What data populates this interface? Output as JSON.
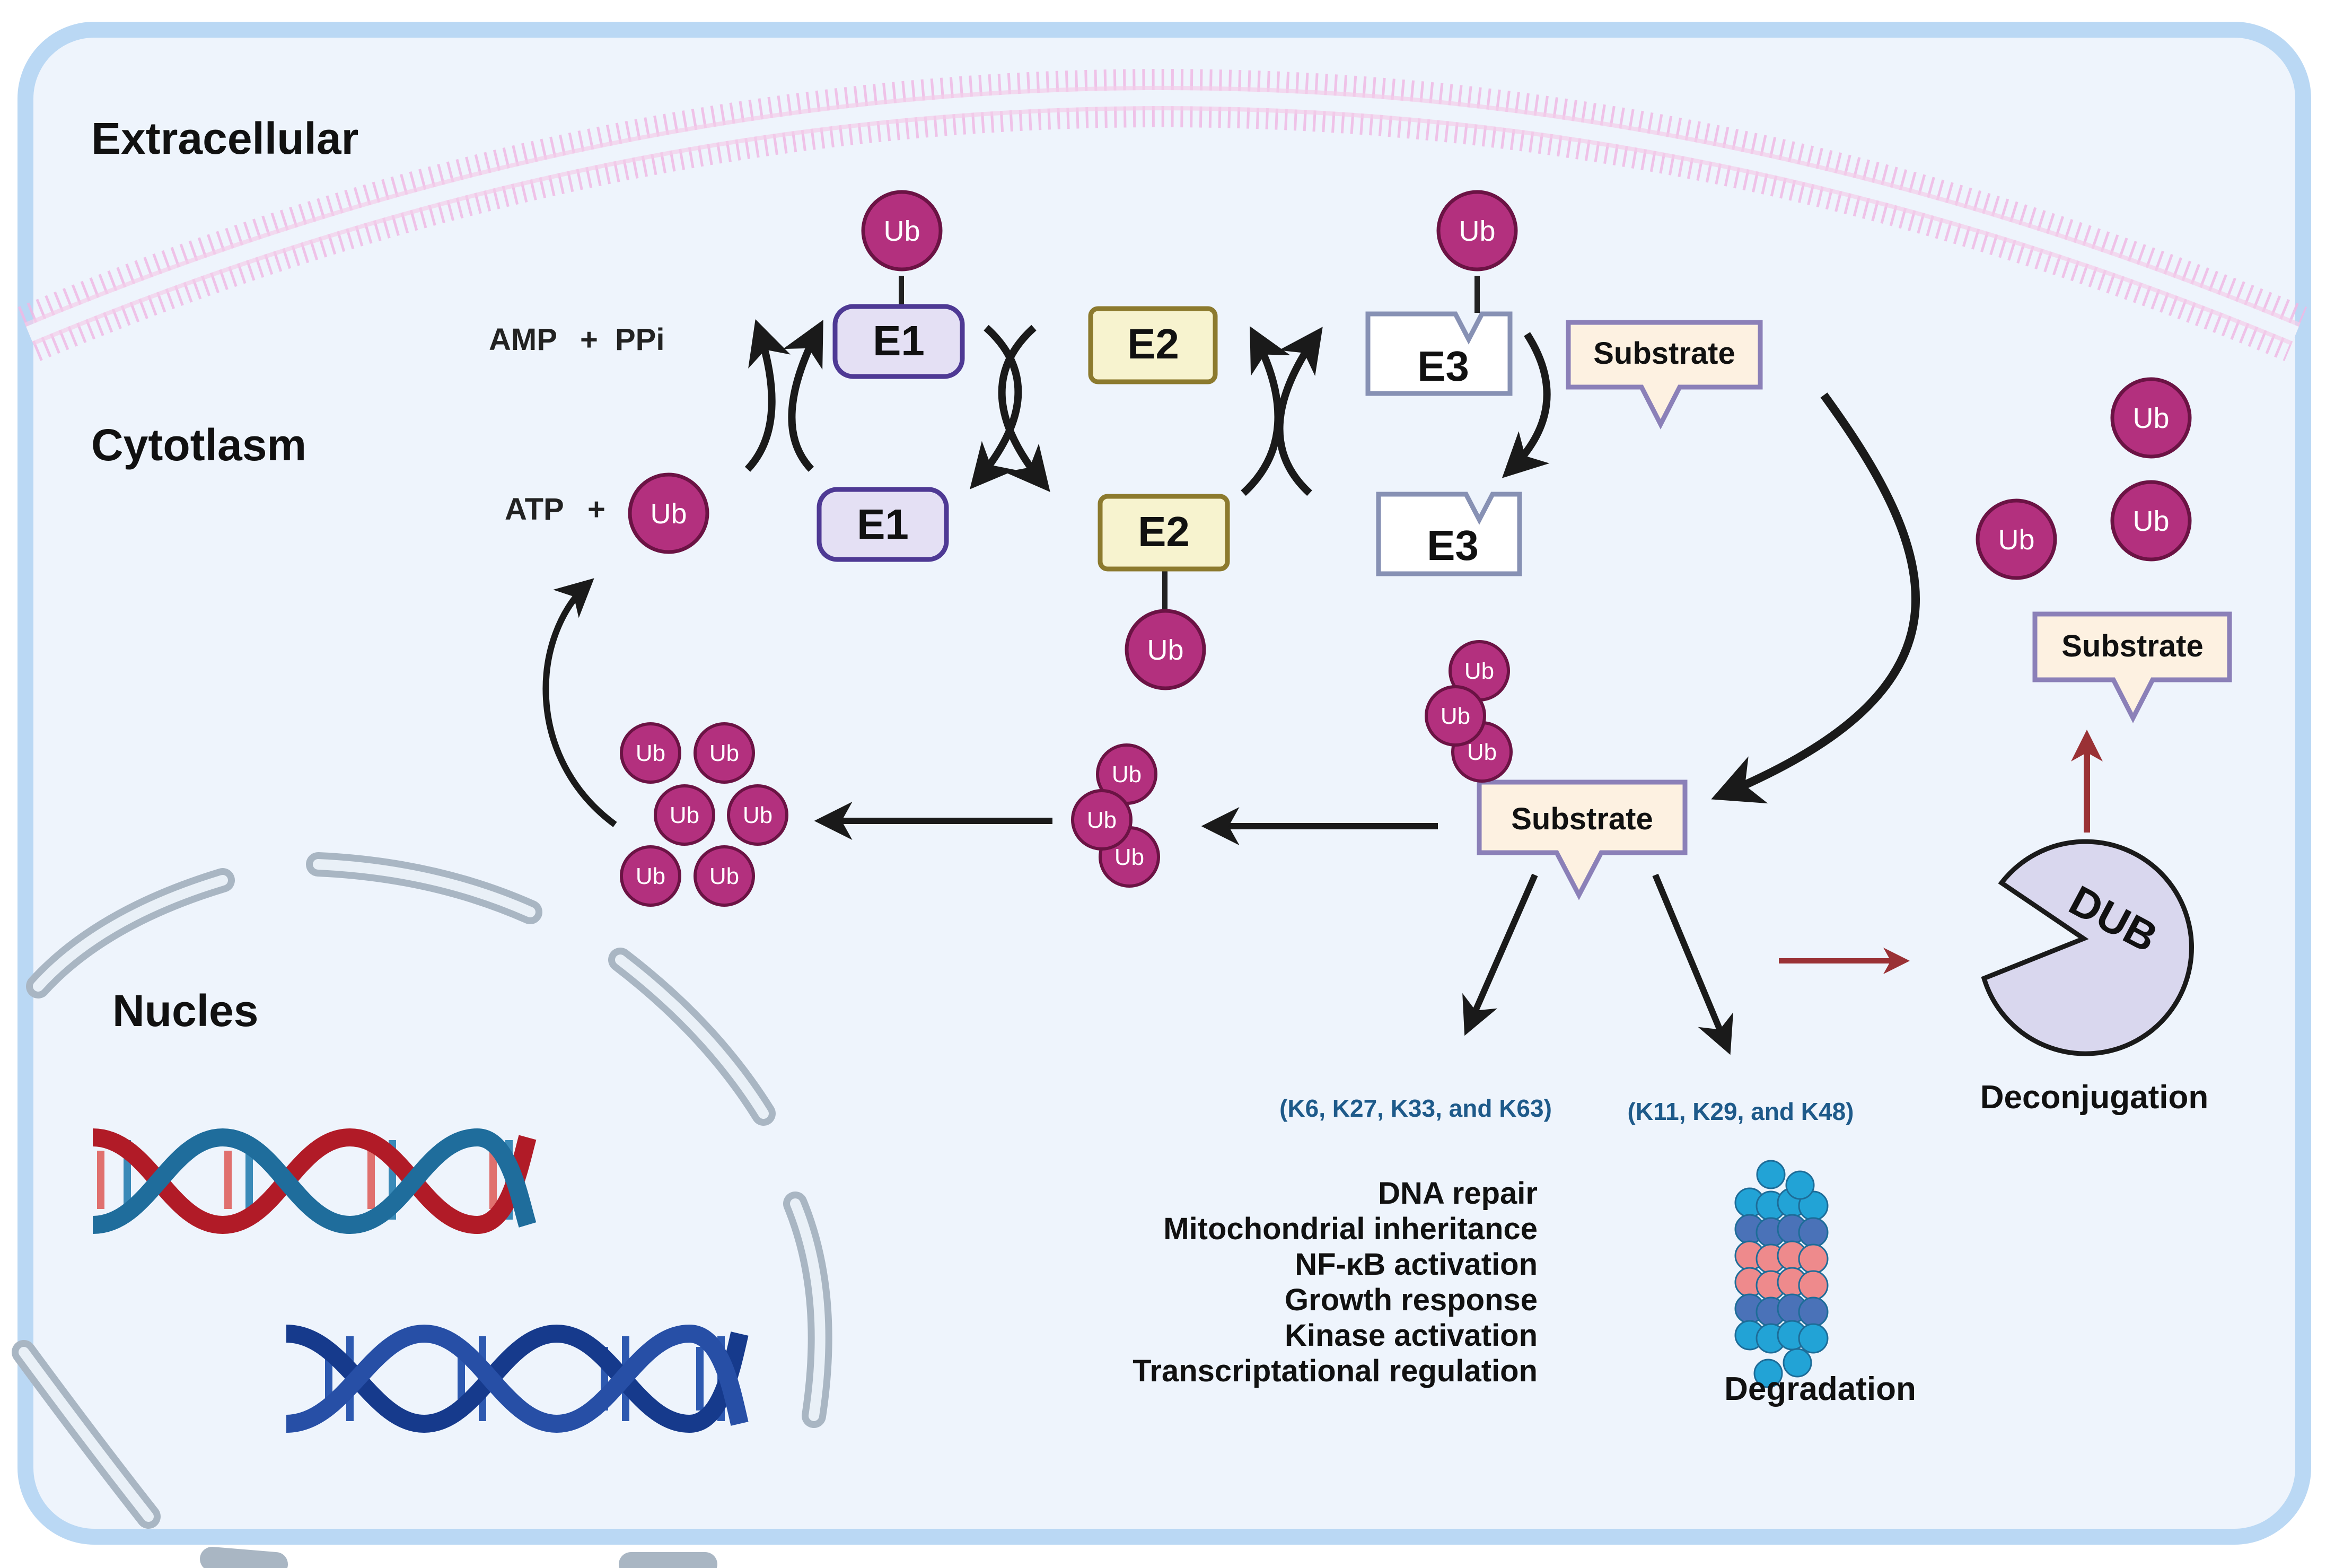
{
  "regions": {
    "extracellular": "Extracellular",
    "cytoplasm": "Cytotlasm",
    "nucleus": "Nucles"
  },
  "reagents": {
    "amp": "AMP",
    "plus_top": "+",
    "ppi": "PPi",
    "atp": "ATP",
    "plus_bottom": "+"
  },
  "enzymes": {
    "e1": "E1",
    "e2": "E2",
    "e3": "E3"
  },
  "ubiquitin": "Ub",
  "substrate": "Substrate",
  "dub": "DUB",
  "linkages": {
    "nondegradative": "(K6, K27, K33, and K63)",
    "degradative": "(K11, K29, and K48)"
  },
  "functions": [
    "DNA repair",
    "Mitochondrial inheritance",
    "NF-κB activation",
    "Growth response",
    "Kinase activation",
    "Transcriptational regulation"
  ],
  "captions": {
    "degradation": "Degradation",
    "deconjugation": "Deconjugation"
  },
  "colors": {
    "background": "#eef4fc",
    "border": "#bad8f4",
    "membrane": "#efb8e4",
    "ubiquitin": "#b3307e",
    "ubiquitin_outline": "#6b1344",
    "e1_fill": "#e4e0f4",
    "e1_stroke": "#4e3994",
    "e2_fill": "#f7f3cf",
    "e2_stroke": "#8c7a2e",
    "e3_stroke": "#8791b4",
    "substrate_fill": "#fdf1e1",
    "substrate_stroke": "#8b80b8",
    "dub_fill": "#d9d7ee",
    "linkage_text": "#1e5a8a",
    "arrow": "#1a1a1a",
    "red_arrow": "#9a3135"
  }
}
